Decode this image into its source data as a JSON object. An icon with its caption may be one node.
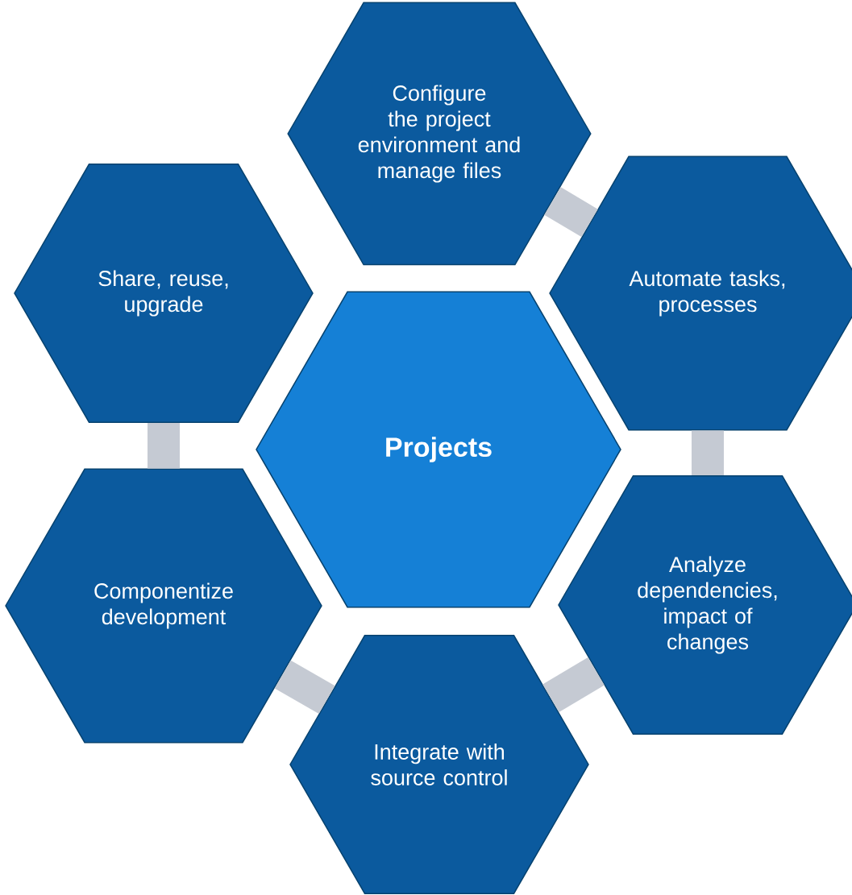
{
  "diagram": {
    "nodes": [
      {
        "text": [
          "Projects"
        ]
      },
      {
        "text": [
          "Configure the project environment and manage files"
        ]
      },
      {
        "text": [
          "Automate tasks, processes"
        ]
      },
      {
        "text": [
          "Analyze dependencies, impact of changes"
        ]
      },
      {
        "text": [
          "Integrate with source control"
        ]
      },
      {
        "text": [
          "Componentize development"
        ]
      },
      {
        "text": [
          "Share, reuse, upgrade"
        ]
      }
    ],
    "edges": [
      {
        "from": 1,
        "to": 2,
        "arrow": "none"
      },
      {
        "from": 2,
        "to": 3,
        "arrow": "none"
      },
      {
        "from": 3,
        "to": 4,
        "arrow": "none"
      },
      {
        "from": 4,
        "to": 5,
        "arrow": "none"
      },
      {
        "from": 5,
        "to": 6,
        "arrow": "none"
      }
    ]
  }
}
